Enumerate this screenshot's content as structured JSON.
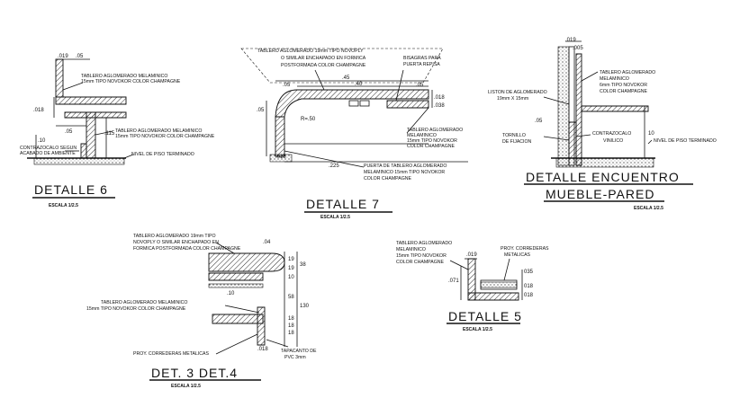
{
  "detalle6": {
    "title": "DETALLE 6",
    "scale": "ESCALA 1/2.5",
    "dims": [
      ".019",
      ".05",
      ".018",
      ".05",
      ".115",
      ".10"
    ],
    "notes": [
      "TABLERO AGLOMERADO MELAMINICO",
      "15mm TIPO NOVOKOR COLOR CHAMPAGNE",
      "TABLERO AGLOMERADO MELAMINICO",
      "15mm TIPO NOVOKOR COLOR CHAMPAGNE",
      "CONTRAZOCALO SEGUN",
      "ACABADO DE AMBIENTE",
      "NIVEL DE PISO TERMINADO"
    ]
  },
  "detalle7": {
    "title": "DETALLE 7",
    "scale": "ESCALA 1/2.5",
    "dims": [
      ".45",
      ".05",
      ".40",
      ".05",
      ".018",
      ".038",
      "R=.50",
      ".018",
      ".225",
      ".05"
    ],
    "notes": [
      "TABLERO AGLOMERADO 19mm TIPO NOVOPLY",
      "O SIMILAR ENCHAPADO EN FORMICA",
      "POSTFORMADA COLOR CHAMPAGNE",
      "BISAGRAS PARA",
      "PUERTA REPISA",
      "TABLERO AGLOMERADO",
      "MELAMINICO",
      "15mm TIPO NOVOKOR",
      "COLOR CHAMPAGNE",
      "PUERTA DE TABLERO AGLOMERADO",
      "MELAMINICO 15mm TIPO NOVOKOR",
      "COLOR CHAMPAGNE"
    ]
  },
  "encuentro": {
    "title1": "DETALLE ENCUENTRO",
    "title2": "MUEBLE-PARED",
    "scale": "ESCALA 1/2.5",
    "dims": [
      ".019",
      ".005",
      ".05",
      "10"
    ],
    "notes": [
      "TABLERO AGLOMERADO",
      "MELAMINICO",
      "6mm TIPO NOVOKOR",
      "COLOR CHAMPAGNE",
      "LISTON DE AGLOMERADO",
      "19mm X 15mm",
      "CONTRAZOCALO",
      "VINILICO",
      "TORNILLO",
      "DE FIJACION",
      "NIVEL DE PISO TERMINADO"
    ]
  },
  "detalle34": {
    "title": "DET. 3  DET.4",
    "scale": "ESCALA 1/2.5",
    "dims": [
      ".04",
      "19",
      "19",
      "38",
      "10",
      ".10",
      "58",
      "130",
      "18",
      "18",
      "18",
      ".018"
    ],
    "notes": [
      "TABLERO AGLOMERADO 19mm TIPO",
      "NOVOPLY O SIMILAR ENCHAPADO EN",
      "FORMICA POSTFORMADA COLOR CHAMPAGNE",
      "TABLERO AGLOMERADO MELAMINICO",
      "15mm TIPO NOVOKOR COLOR CHAMPAGNE",
      "PROY. CORREDERAS METALICAS",
      "TAPACANTO DE",
      "PVC 3mm"
    ]
  },
  "detalle5": {
    "title": "DETALLE 5",
    "scale": "ESCALA 1/2.5",
    "dims": [
      ".019",
      ".071",
      "035",
      "018",
      "018"
    ],
    "notes": [
      "TABLERO AGLOMERADO",
      "MELAMINICO",
      "15mm TIPO NOVOKOR",
      "COLOR CHAMPAGNE",
      "PROY. CORREDERAS",
      "METALICAS"
    ]
  }
}
